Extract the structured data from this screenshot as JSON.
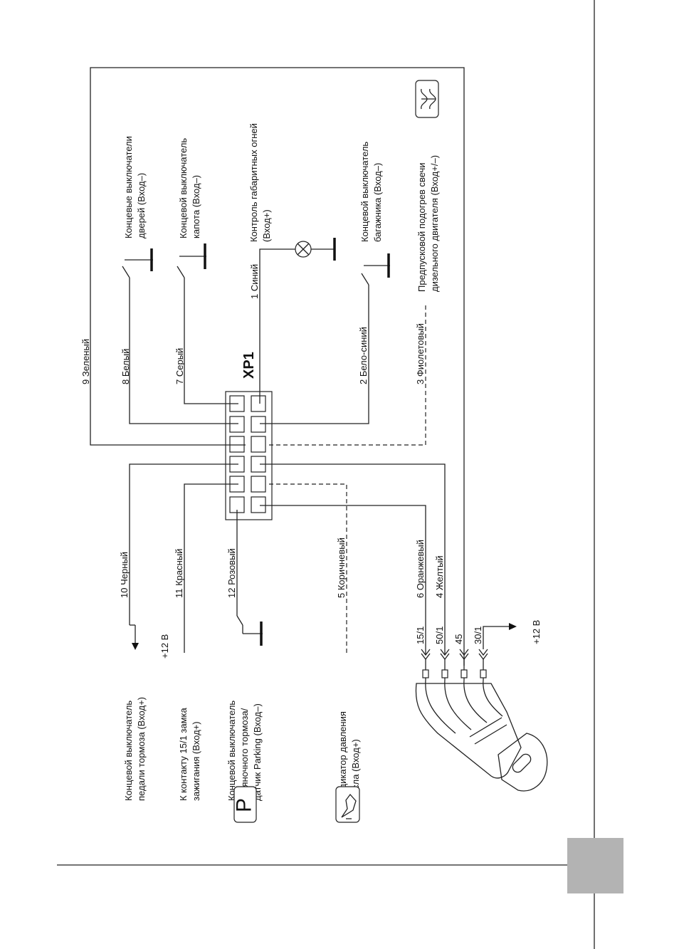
{
  "connector": {
    "name": "XP1"
  },
  "wires": {
    "w9": "9 Зеленый",
    "w8": "8 Белый",
    "w7": "7 Серый",
    "w1": "1 Синий",
    "w2": "2 Бело-синий",
    "w3": "3 Фиолетовый",
    "w10": "10 Черный",
    "w11": "11 Красный",
    "w12": "12 Розовый",
    "w5": "5 Коричневый",
    "w6": "6 Оранжевый",
    "w4": "4 Желтый"
  },
  "components": {
    "doors": [
      "Концевые выключатели",
      "дверей (Вход–)"
    ],
    "hood": [
      "Концевой выключатель",
      "капота (Вход–)"
    ],
    "lights": [
      "Контроль габаритных огней",
      "(Вход+)"
    ],
    "trunk": [
      "Концевой выключатель",
      "багажника (Вход–)"
    ],
    "glow": [
      "Предпусковой подогрев свечи",
      "дизельного двигателя (Вход+/–)"
    ],
    "brake": [
      "Концевой выключатель",
      "педали тормоза (Вход+)"
    ],
    "ignition": [
      "К контакту 15/1 замка",
      "зажигания (Вход+)"
    ],
    "parking": [
      "Концевой выключатель",
      "стояночного тормоза/",
      "датчик Parking (Вход–)"
    ],
    "oil": [
      "Индикатор давления",
      "масла (Вход+)"
    ]
  },
  "supply": {
    "brake_plus": "+12 В",
    "switch_plus": "+12 В"
  },
  "terminals": [
    "15/1",
    "50/1",
    "45",
    "30/1"
  ],
  "icons": {
    "parking_letter": "P",
    "glow": "glow-plug-icon",
    "oil": "oil-can-icon"
  },
  "colors": {
    "line": "#222222",
    "tab": "#b3b3b3"
  }
}
